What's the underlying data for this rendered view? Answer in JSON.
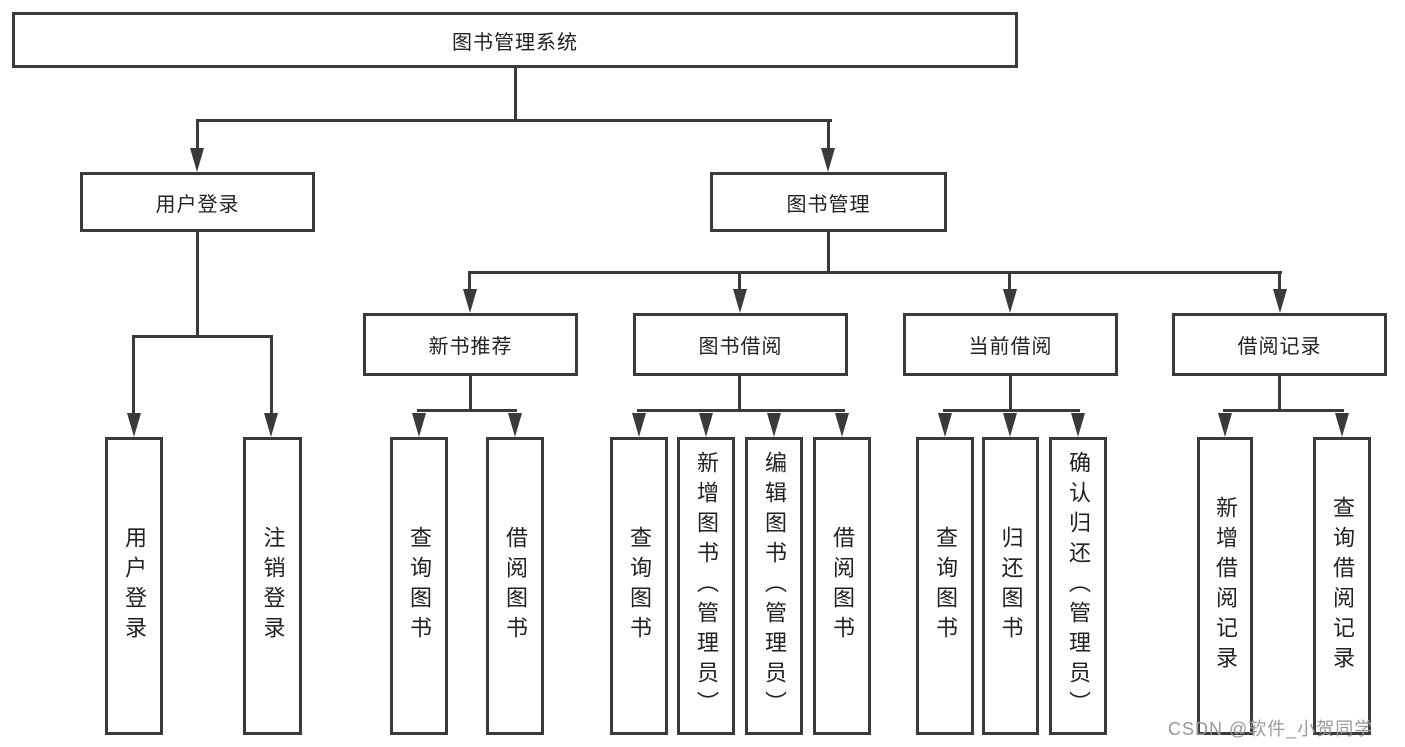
{
  "diagram": {
    "root": {
      "label": "图书管理系统"
    },
    "level2": [
      {
        "label": "用户登录"
      },
      {
        "label": "图书管理"
      }
    ],
    "level3": [
      {
        "label": "新书推荐"
      },
      {
        "label": "图书借阅"
      },
      {
        "label": "当前借阅"
      },
      {
        "label": "借阅记录"
      }
    ],
    "leaves": {
      "user_login": [
        {
          "label": "用户登录"
        },
        {
          "label": "注销登录"
        }
      ],
      "new_book_recommend": [
        {
          "label": "查询图书"
        },
        {
          "label": "借阅图书"
        }
      ],
      "book_borrow": [
        {
          "label": "查询图书"
        },
        {
          "label": "新增图书（管理员）"
        },
        {
          "label": "编辑图书（管理员）"
        },
        {
          "label": "借阅图书"
        }
      ],
      "current_borrow": [
        {
          "label": "查询图书"
        },
        {
          "label": "归还图书"
        },
        {
          "label": "确认归还（管理员）"
        }
      ],
      "borrow_record": [
        {
          "label": "新增借阅记录"
        },
        {
          "label": "查询借阅记录"
        }
      ]
    }
  },
  "watermark": {
    "text": "CSDN @软件_小贺同学"
  },
  "colors": {
    "line": "#3a3a3a",
    "text": "#222222",
    "watermark": "#999999",
    "background": "#ffffff"
  }
}
